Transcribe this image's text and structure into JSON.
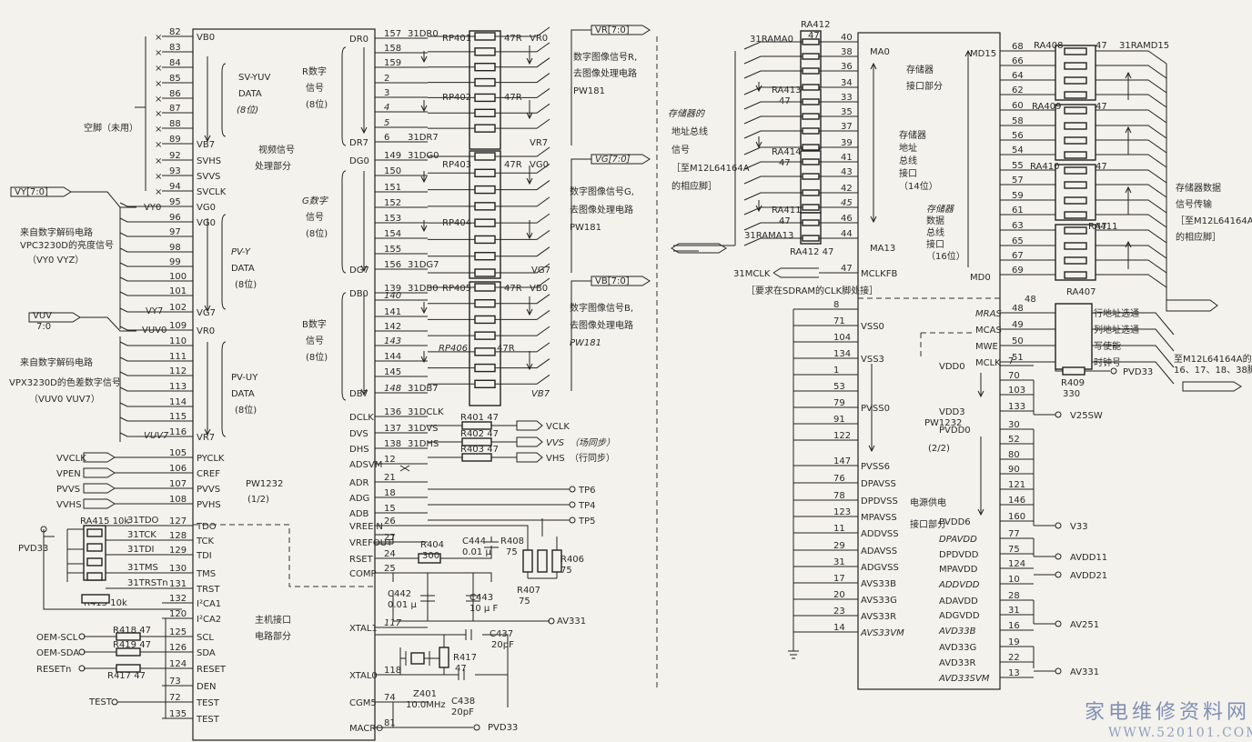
{
  "chip1": {
    "part": "PW1232",
    "part_sub": "(1/2)",
    "section_video_in": [
      "视频信号",
      "处理部分"
    ],
    "section_host": [
      "主机接口",
      "电路部分"
    ],
    "left_pins": [
      {
        "n": "82",
        "name": "VB0",
        "x": true
      },
      {
        "n": "83",
        "name": "",
        "x": true
      },
      {
        "n": "84",
        "name": "",
        "x": true
      },
      {
        "n": "85",
        "name": "",
        "x": true
      },
      {
        "n": "86",
        "name": "",
        "x": true
      },
      {
        "n": "87",
        "name": "",
        "x": true
      },
      {
        "n": "88",
        "name": "",
        "x": true
      },
      {
        "n": "89",
        "name": "VB7",
        "x": true
      },
      {
        "n": "92",
        "name": "SVHS",
        "x": true
      },
      {
        "n": "93",
        "name": "SVVS",
        "x": true
      },
      {
        "n": "94",
        "name": "SVCLK",
        "x": true
      },
      {
        "n": "95",
        "name": "VG0"
      },
      {
        "n": "96",
        "name": "VG0"
      },
      {
        "n": "97",
        "name": ""
      },
      {
        "n": "98",
        "name": ""
      },
      {
        "n": "99",
        "name": ""
      },
      {
        "n": "100",
        "name": ""
      },
      {
        "n": "101",
        "name": ""
      },
      {
        "n": "102",
        "name": "VG7"
      },
      {
        "n": "109",
        "name": "VR0"
      },
      {
        "n": "110",
        "name": ""
      },
      {
        "n": "111",
        "name": ""
      },
      {
        "n": "112",
        "name": ""
      },
      {
        "n": "113",
        "name": ""
      },
      {
        "n": "114",
        "name": ""
      },
      {
        "n": "115",
        "name": ""
      },
      {
        "n": "116",
        "name": "VR7"
      },
      {
        "n": "105",
        "name": "PYCLK"
      },
      {
        "n": "106",
        "name": "CREF"
      },
      {
        "n": "107",
        "name": "PVVS"
      },
      {
        "n": "108",
        "name": "PVHS"
      },
      {
        "n": "127",
        "name": "TDO"
      },
      {
        "n": "128",
        "name": "TCK"
      },
      {
        "n": "129",
        "name": "TDI"
      },
      {
        "n": "130",
        "name": "TMS"
      },
      {
        "n": "131",
        "name": "TRST"
      },
      {
        "n": "132",
        "name": "I²CA1"
      },
      {
        "n": "120",
        "name": "I²CA2"
      },
      {
        "n": "125",
        "name": "SCL"
      },
      {
        "n": "126",
        "name": "SDA"
      },
      {
        "n": "124",
        "name": "RESET"
      },
      {
        "n": "73",
        "name": "DEN"
      },
      {
        "n": "72",
        "name": "TEST"
      },
      {
        "n": "135",
        "name": "TEST"
      }
    ],
    "right_pins": [
      {
        "n": "157",
        "name": "DR0",
        "net": "31DR0"
      },
      {
        "n": "158",
        "name": ""
      },
      {
        "n": "159",
        "name": ""
      },
      {
        "n": "2",
        "name": ""
      },
      {
        "n": "3",
        "name": ""
      },
      {
        "n": "4",
        "name": ""
      },
      {
        "n": "5",
        "name": ""
      },
      {
        "n": "6",
        "name": "DR7",
        "net": "31DR7"
      },
      {
        "n": "149",
        "name": "DG0",
        "net": "31DG0"
      },
      {
        "n": "150",
        "name": ""
      },
      {
        "n": "151",
        "name": ""
      },
      {
        "n": "152",
        "name": ""
      },
      {
        "n": "153",
        "name": ""
      },
      {
        "n": "154",
        "name": ""
      },
      {
        "n": "155",
        "name": ""
      },
      {
        "n": "156",
        "name": "DG7",
        "net": "31DG7"
      },
      {
        "n": "139",
        "name": "DB0",
        "net": "31DB0"
      },
      {
        "n": "140",
        "name": ""
      },
      {
        "n": "141",
        "name": ""
      },
      {
        "n": "142",
        "name": ""
      },
      {
        "n": "143",
        "name": ""
      },
      {
        "n": "144",
        "name": ""
      },
      {
        "n": "145",
        "name": ""
      },
      {
        "n": "148",
        "name": "DB7",
        "net": "31DB7"
      },
      {
        "n": "136",
        "name": "DCLK",
        "net": "31DCLK"
      },
      {
        "n": "137",
        "name": "DVS",
        "net": "31DVS"
      },
      {
        "n": "138",
        "name": "DHS",
        "net": "31DHS"
      },
      {
        "n": "12",
        "name": "ADSVM"
      },
      {
        "n": "21",
        "name": "ADR"
      },
      {
        "n": "18",
        "name": "ADG"
      },
      {
        "n": "15",
        "name": "ADB"
      },
      {
        "n": "26",
        "name": "VREEIN"
      },
      {
        "n": "27",
        "name": "VREFOUT"
      },
      {
        "n": "24",
        "name": "RSET"
      },
      {
        "n": "25",
        "name": "COMP"
      },
      {
        "n": "117",
        "name": "XTAL1"
      },
      {
        "n": "118",
        "name": "XTAL0"
      },
      {
        "n": "74",
        "name": "CGM5"
      },
      {
        "n": "81",
        "name": "MACRO"
      }
    ],
    "group_labels": {
      "svyuv": [
        "SV-YUV",
        "DATA",
        "(8位)"
      ],
      "pvy": [
        "PV-Y",
        "DATA",
        "(8位)"
      ],
      "pvuv": [
        "PV-UY",
        "DATA",
        "(8位)"
      ],
      "rdata": [
        "R数字",
        "信号",
        "(8位)"
      ],
      "gdata": [
        "G数字",
        "信号",
        "(8位)"
      ],
      "bdata": [
        "B数字",
        "信号",
        "(8位)"
      ]
    },
    "unused_label": "空脚（未用）",
    "ports": {
      "vy": "VY[7:0]",
      "vuv": "VUV\n7:0"
    },
    "vy_net": {
      "first": "VY0",
      "last": "VY7"
    },
    "vuv_net": {
      "first": "VUV0",
      "last": "VUV7"
    },
    "note_vy": [
      "来自数字解码电路",
      "VPC3230D的亮度信号",
      "（VY0 VYZ）"
    ],
    "note_vuv": [
      "来自数字解码电路",
      "VPX3230D的色差数字信号",
      "（VUV0 VUV7）"
    ],
    "inputs_left": [
      "VVCLK",
      "VPEN",
      "PVVS",
      "VVHS"
    ],
    "jtag": {
      "ra": "RA415 10k",
      "nets": [
        "31TDO",
        "31TCK",
        "31TDI",
        "31TMS",
        "31TRSTn"
      ],
      "r": "R415 10k",
      "pvd": "PVD33"
    },
    "i2c": [
      {
        "net": "OEM-SCL",
        "r": "R418 47"
      },
      {
        "net": "OEM-SDA",
        "r": "R419 47"
      },
      {
        "net": "RESETn",
        "r": "R417 47"
      }
    ],
    "test_label": "TEST"
  },
  "outputs": {
    "vr": "VR[7:0]",
    "vg": "VG[7:0]",
    "vb": "VB[7:0]",
    "rp": [
      "RP401",
      "RP402",
      "RP403",
      "RP404",
      "RP405",
      "RP406"
    ],
    "r47": "47R",
    "vr_nets": [
      "VR0",
      "VR7"
    ],
    "vg_nets": [
      "VG0",
      "VG7"
    ],
    "vb_nets": [
      "VB0",
      "VB7"
    ],
    "note_r": [
      "数字图像信号R,",
      "去图像处理电路",
      "PW181"
    ],
    "note_g": [
      "数字图像信号G,",
      "去图像处理电路",
      "PW181"
    ],
    "note_b": [
      "数字图像信号B,",
      "去图像处理电路",
      "PW181"
    ],
    "sync": [
      {
        "r": "R401 47",
        "out": "VCLK",
        "note": ""
      },
      {
        "r": "R402 47",
        "out": "VVS",
        "note": "（场同步）"
      },
      {
        "r": "R403 47",
        "out": "VHS",
        "note": "（行同步）"
      }
    ],
    "tp": [
      "TP6",
      "TP4",
      "TP5"
    ],
    "passives": {
      "r404": [
        "R404",
        "300"
      ],
      "c444": [
        "C444",
        "0.01 μ"
      ],
      "r408": [
        "R408",
        "75"
      ],
      "r407": [
        "R407",
        "75"
      ],
      "r406": [
        "R406",
        "75"
      ],
      "c442": [
        "C442",
        "0.01 μ"
      ],
      "c443": [
        "C443",
        "10 μ F"
      ],
      "av331": "AV331",
      "c437": [
        "C437",
        "20pF"
      ],
      "r417": [
        "R417",
        "47"
      ],
      "z401": [
        "Z401",
        "10.0MHz"
      ],
      "c438": [
        "C438",
        "20pF"
      ],
      "pvd33": "PVD33"
    }
  },
  "addr_note": [
    "存储器的",
    "地址总线",
    "信号",
    "［至M12L64164A",
    "的相应脚］"
  ],
  "chip2": {
    "part": "PW1232",
    "part_sub": "(2/2)",
    "section_mem": [
      "存储器",
      "接口部分"
    ],
    "section_addr": [
      "存储器",
      "地址",
      "总线",
      "接口",
      "（14位）"
    ],
    "section_data": [
      "存储器",
      "数据",
      "总线",
      "接口",
      "（16位）"
    ],
    "section_power": [
      "电源供电",
      "接口部分"
    ],
    "ma_pins": [
      {
        "n": "40",
        "name": "MA0"
      },
      {
        "n": "38",
        "name": ""
      },
      {
        "n": "36",
        "name": ""
      },
      {
        "n": "34",
        "name": ""
      },
      {
        "n": "33",
        "name": ""
      },
      {
        "n": "35",
        "name": ""
      },
      {
        "n": "37",
        "name": ""
      },
      {
        "n": "39",
        "name": ""
      },
      {
        "n": "41",
        "name": ""
      },
      {
        "n": "43",
        "name": ""
      },
      {
        "n": "42",
        "name": ""
      },
      {
        "n": "45",
        "name": ""
      },
      {
        "n": "46",
        "name": ""
      },
      {
        "n": "44",
        "name": "MA13"
      }
    ],
    "mclk": {
      "n": "47",
      "name": "MCLKFB",
      "net": "31MCLK",
      "note": "［要求在SDRAM的CLK脚处接］"
    },
    "addr_res": [
      "RA412\n47",
      "RA413\n47",
      "RA414\n47",
      "RA411\n47",
      "RA412 47"
    ],
    "addr_nets": [
      "31RAMA0",
      "31RAMA13"
    ],
    "vss_pins": [
      {
        "n": "8",
        "name": ""
      },
      {
        "n": "71",
        "name": "VSS0"
      },
      {
        "n": "104",
        "name": ""
      },
      {
        "n": "134",
        "name": "VSS3"
      },
      {
        "n": "1",
        "name": ""
      },
      {
        "n": "53",
        "name": "PVSS0"
      },
      {
        "n": "79",
        "name": ""
      },
      {
        "n": "91",
        "name": ""
      },
      {
        "n": "122",
        "name": ""
      },
      {
        "n": "147",
        "name": "PVSS6"
      },
      {
        "n": "76",
        "name": "DPAVSS"
      },
      {
        "n": "78",
        "name": "DPDVSS"
      },
      {
        "n": "123",
        "name": "MPAVSS"
      },
      {
        "n": "11",
        "name": "ADDVSS"
      },
      {
        "n": "29",
        "name": "ADAVSS"
      },
      {
        "n": "31",
        "name": "ADGVSS"
      },
      {
        "n": "17",
        "name": "AVS33B"
      },
      {
        "n": "20",
        "name": "AVS33G"
      },
      {
        "n": "23",
        "name": "AVS33R"
      },
      {
        "n": "14",
        "name": "AVS33VM"
      }
    ],
    "md_pins": [
      {
        "n": "68",
        "name": "MD15"
      },
      {
        "n": "66",
        "name": ""
      },
      {
        "n": "64",
        "name": ""
      },
      {
        "n": "62",
        "name": ""
      },
      {
        "n": "60",
        "name": ""
      },
      {
        "n": "58",
        "name": ""
      },
      {
        "n": "56",
        "name": ""
      },
      {
        "n": "54",
        "name": ""
      },
      {
        "n": "55",
        "name": ""
      },
      {
        "n": "57",
        "name": ""
      },
      {
        "n": "59",
        "name": ""
      },
      {
        "n": "61",
        "name": ""
      },
      {
        "n": "63",
        "name": ""
      },
      {
        "n": "65",
        "name": ""
      },
      {
        "n": "67",
        "name": ""
      },
      {
        "n": "69",
        "name": "MD0"
      }
    ],
    "data_res": [
      "RA408",
      "RA409",
      "RA410",
      "RA411",
      "RA407"
    ],
    "data_res_val": "47",
    "data_net": "31RAMD15",
    "data_note": [
      "存储器数据",
      "信号传输",
      "［至M12L64164A",
      "的相应脚］"
    ],
    "ctrl_pins": [
      {
        "n": "48",
        "name": "MRAS",
        "label": "行地址选通"
      },
      {
        "n": "49",
        "name": "MCAS",
        "label": "列地址选通"
      },
      {
        "n": "50",
        "name": "MWE",
        "label": "写使能"
      },
      {
        "n": "51",
        "name": "MCLK",
        "label": "时钟号"
      }
    ],
    "ctrl_note": [
      "至M12L64164A的",
      "16、17、18、38脚"
    ],
    "r409": [
      "R409",
      "330"
    ],
    "pvd33": "PVD33",
    "vdd_pins": [
      {
        "n": "7",
        "name": "VDD0"
      },
      {
        "n": "70",
        "name": ""
      },
      {
        "n": "103",
        "name": ""
      },
      {
        "n": "133",
        "name": "VDD3"
      },
      {
        "n": "30",
        "name": "PVDD0"
      },
      {
        "n": "52",
        "name": ""
      },
      {
        "n": "80",
        "name": ""
      },
      {
        "n": "90",
        "name": ""
      },
      {
        "n": "121",
        "name": ""
      },
      {
        "n": "146",
        "name": ""
      },
      {
        "n": "160",
        "name": "PVDD6"
      },
      {
        "n": "77",
        "name": "DPAVDD"
      },
      {
        "n": "75",
        "name": "DPDVDD"
      },
      {
        "n": "124",
        "name": "MPAVDD"
      },
      {
        "n": "10",
        "name": "ADDVDD"
      },
      {
        "n": "28",
        "name": "ADAVDD"
      },
      {
        "n": "31",
        "name": "ADGVDD"
      },
      {
        "n": "16",
        "name": "AVD33B"
      },
      {
        "n": "19",
        "name": "AVD33G"
      },
      {
        "n": "22",
        "name": "AVD33R"
      },
      {
        "n": "13",
        "name": "AVD33SVM"
      }
    ],
    "rails": [
      "V25SW",
      "V33",
      "AVDD11",
      "AVDD21",
      "AV251",
      "AV331"
    ]
  },
  "watermark": {
    "cn": "家电维修资料网",
    "url": "WWW.520101.COM",
    "color": "#7f8fb5"
  }
}
